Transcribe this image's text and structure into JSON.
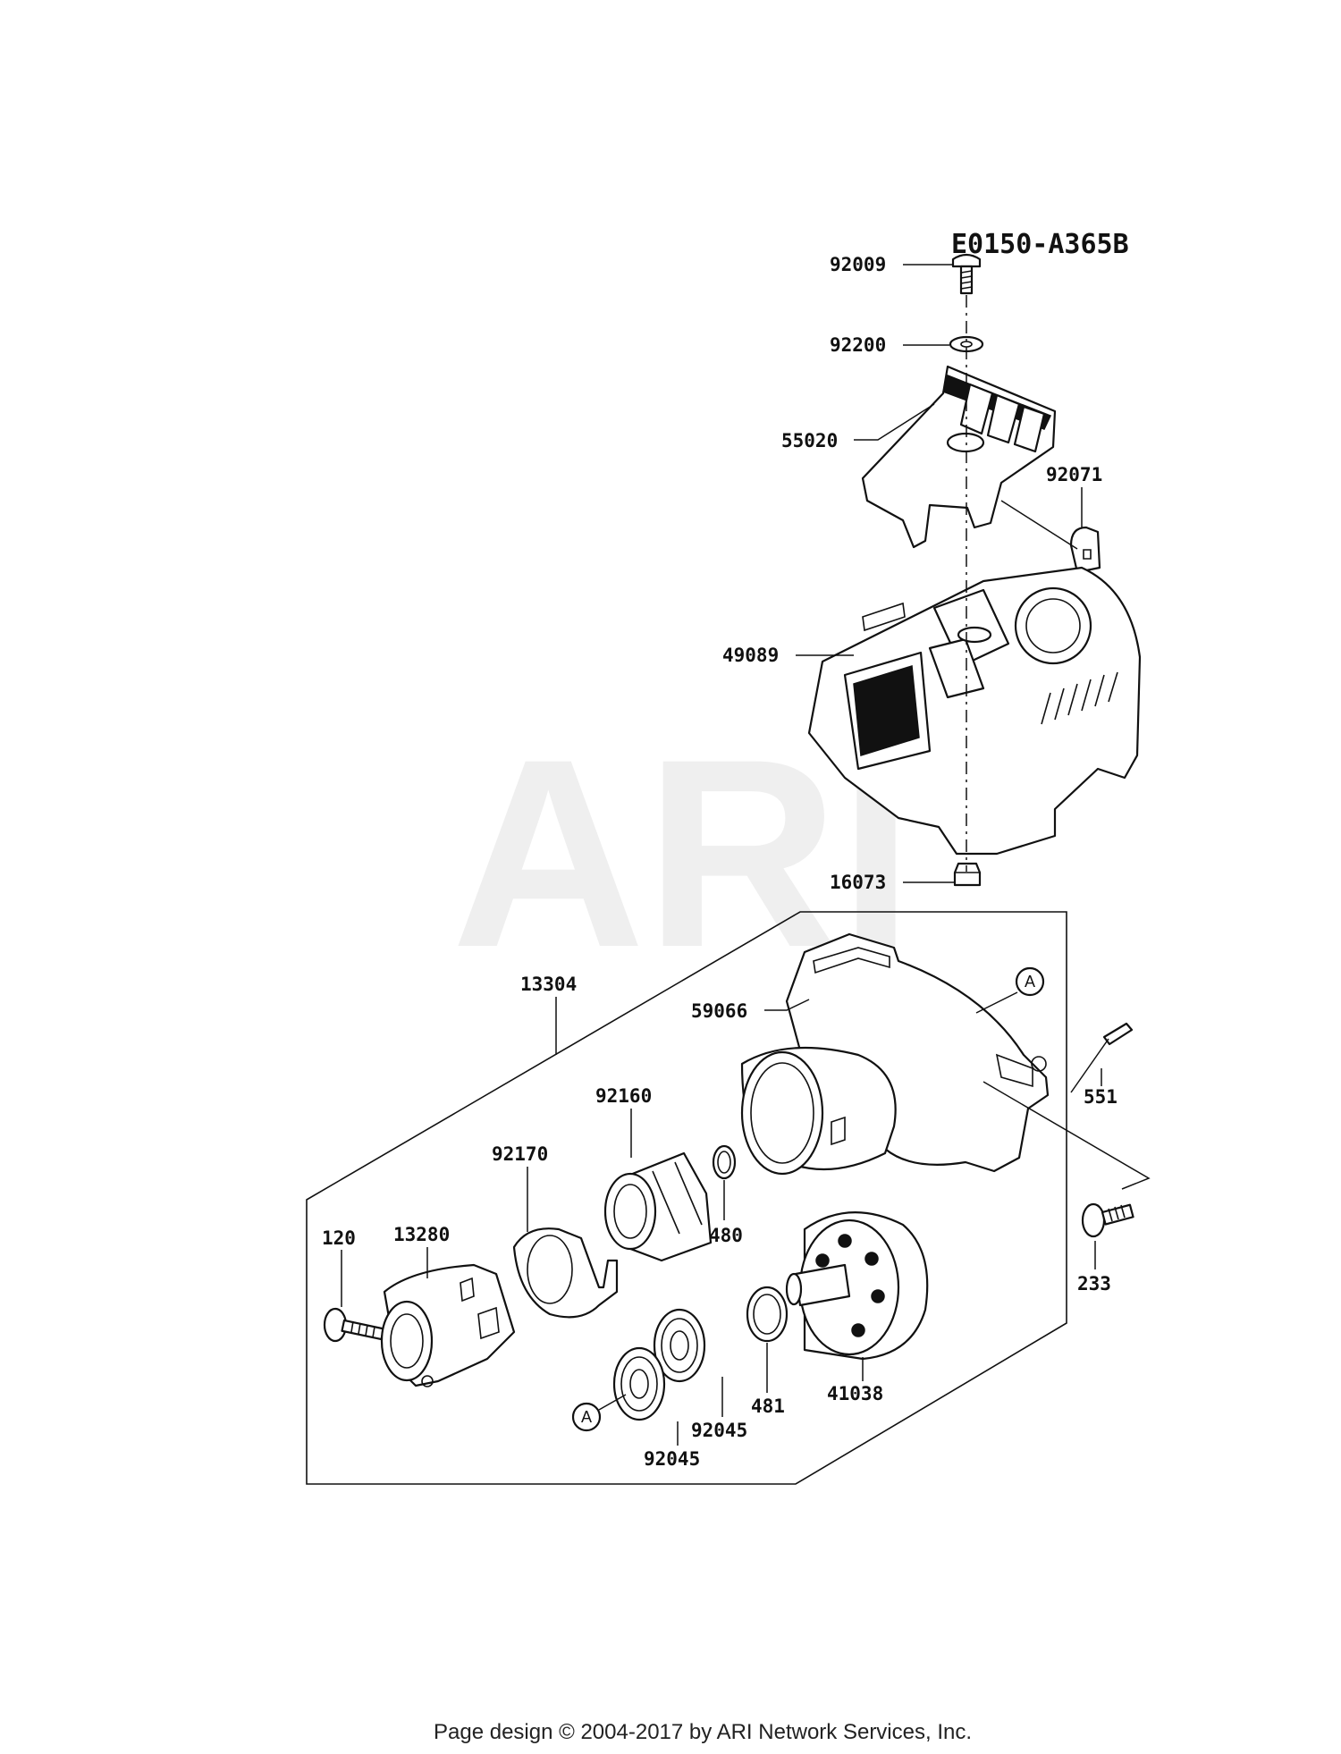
{
  "diagram": {
    "code": "E0150-A365B",
    "watermark": "ARI",
    "footer": "Page design © 2004-2017 by ARI Network Services, Inc.",
    "callouts": [
      {
        "id": "92009",
        "label": "92009"
      },
      {
        "id": "92200",
        "label": "92200"
      },
      {
        "id": "55020",
        "label": "55020"
      },
      {
        "id": "92071",
        "label": "92071"
      },
      {
        "id": "49089",
        "label": "49089"
      },
      {
        "id": "16073",
        "label": "16073"
      },
      {
        "id": "13304",
        "label": "13304"
      },
      {
        "id": "59066",
        "label": "59066"
      },
      {
        "id": "551",
        "label": "551"
      },
      {
        "id": "92160",
        "label": "92160"
      },
      {
        "id": "92170",
        "label": "92170"
      },
      {
        "id": "480",
        "label": "480"
      },
      {
        "id": "120",
        "label": "120"
      },
      {
        "id": "13280",
        "label": "13280"
      },
      {
        "id": "233",
        "label": "233"
      },
      {
        "id": "41038",
        "label": "41038"
      },
      {
        "id": "481",
        "label": "481"
      },
      {
        "id": "92045a",
        "label": "92045"
      },
      {
        "id": "92045b",
        "label": "92045"
      }
    ],
    "reference_markers": [
      {
        "id": "ref-a-top",
        "label": "A"
      },
      {
        "id": "ref-a-bottom",
        "label": "A"
      }
    ]
  }
}
